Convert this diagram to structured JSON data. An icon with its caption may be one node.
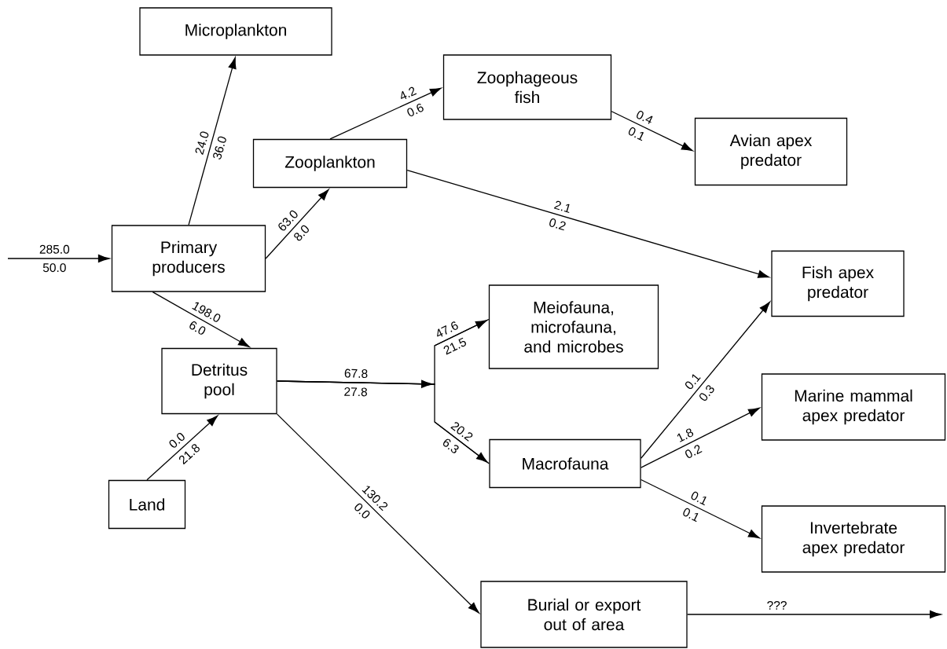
{
  "diagram": {
    "nodes": [
      {
        "text": [
          "Microplankton"
        ]
      },
      {
        "text": [
          "Zoophageous fish"
        ]
      },
      {
        "text": [
          "Zooplankton"
        ]
      },
      {
        "text": [
          "Avian apex predator"
        ]
      },
      {
        "text": [
          "Primary producers"
        ]
      },
      {
        "text": [
          "Fish apex predator"
        ]
      },
      {
        "text": [
          "Detritus pool"
        ]
      },
      {
        "text": [
          "Meiofauna, microfauna, and microbes"
        ]
      },
      {
        "text": [
          "Marine mammal apex predator"
        ]
      },
      {
        "text": [
          "Macrofauna"
        ]
      },
      {
        "text": [
          "Land"
        ]
      },
      {
        "text": [
          "Invertebrate apex predator"
        ]
      },
      {
        "text": [
          "Burial or export out of area"
        ]
      }
    ],
    "edges": [
      {
        "from": null,
        "to": 4,
        "arrow": "to",
        "label": "285.0"
      },
      {
        "from": 4,
        "to": 0,
        "arrow": "to",
        "label": "24.0"
      },
      {
        "from": 4,
        "to": 2,
        "arrow": "to",
        "label": "63.0"
      },
      {
        "from": 2,
        "to": 1,
        "arrow": "to",
        "label": "4.2"
      },
      {
        "from": 1,
        "to": 3,
        "arrow": "to",
        "label": "0.4"
      },
      {
        "from": 2,
        "to": 5,
        "arrow": "to",
        "label": "2.1"
      },
      {
        "from": 4,
        "to": 6,
        "arrow": "to",
        "label": "198.0"
      },
      {
        "from": 6,
        "to": 7,
        "arrow": "to",
        "label": "47.6"
      },
      {
        "from": 6,
        "to": 9,
        "arrow": "to",
        "label": "20.2"
      },
      {
        "from": 10,
        "to": 6,
        "arrow": "to",
        "label": "0.0"
      },
      {
        "from": 6,
        "to": 12,
        "arrow": "to",
        "label": "130.2"
      },
      {
        "from": 9,
        "to": 5,
        "arrow": "to",
        "label": "0.1"
      },
      {
        "from": 9,
        "to": 8,
        "arrow": "to",
        "label": "1.8"
      },
      {
        "from": 9,
        "to": 11,
        "arrow": "to",
        "label": "0.1"
      },
      {
        "from": 12,
        "to": null,
        "arrow": "to",
        "label": "???"
      }
    ],
    "labels": [
      "50.0",
      "36.0",
      "8.0",
      "0.6",
      "0.1",
      "0.2",
      "6.0",
      "67.8",
      "27.8",
      "21.5",
      "6.3",
      "21.8",
      "0.0",
      "0.3",
      "0.2",
      "0.1"
    ]
  }
}
